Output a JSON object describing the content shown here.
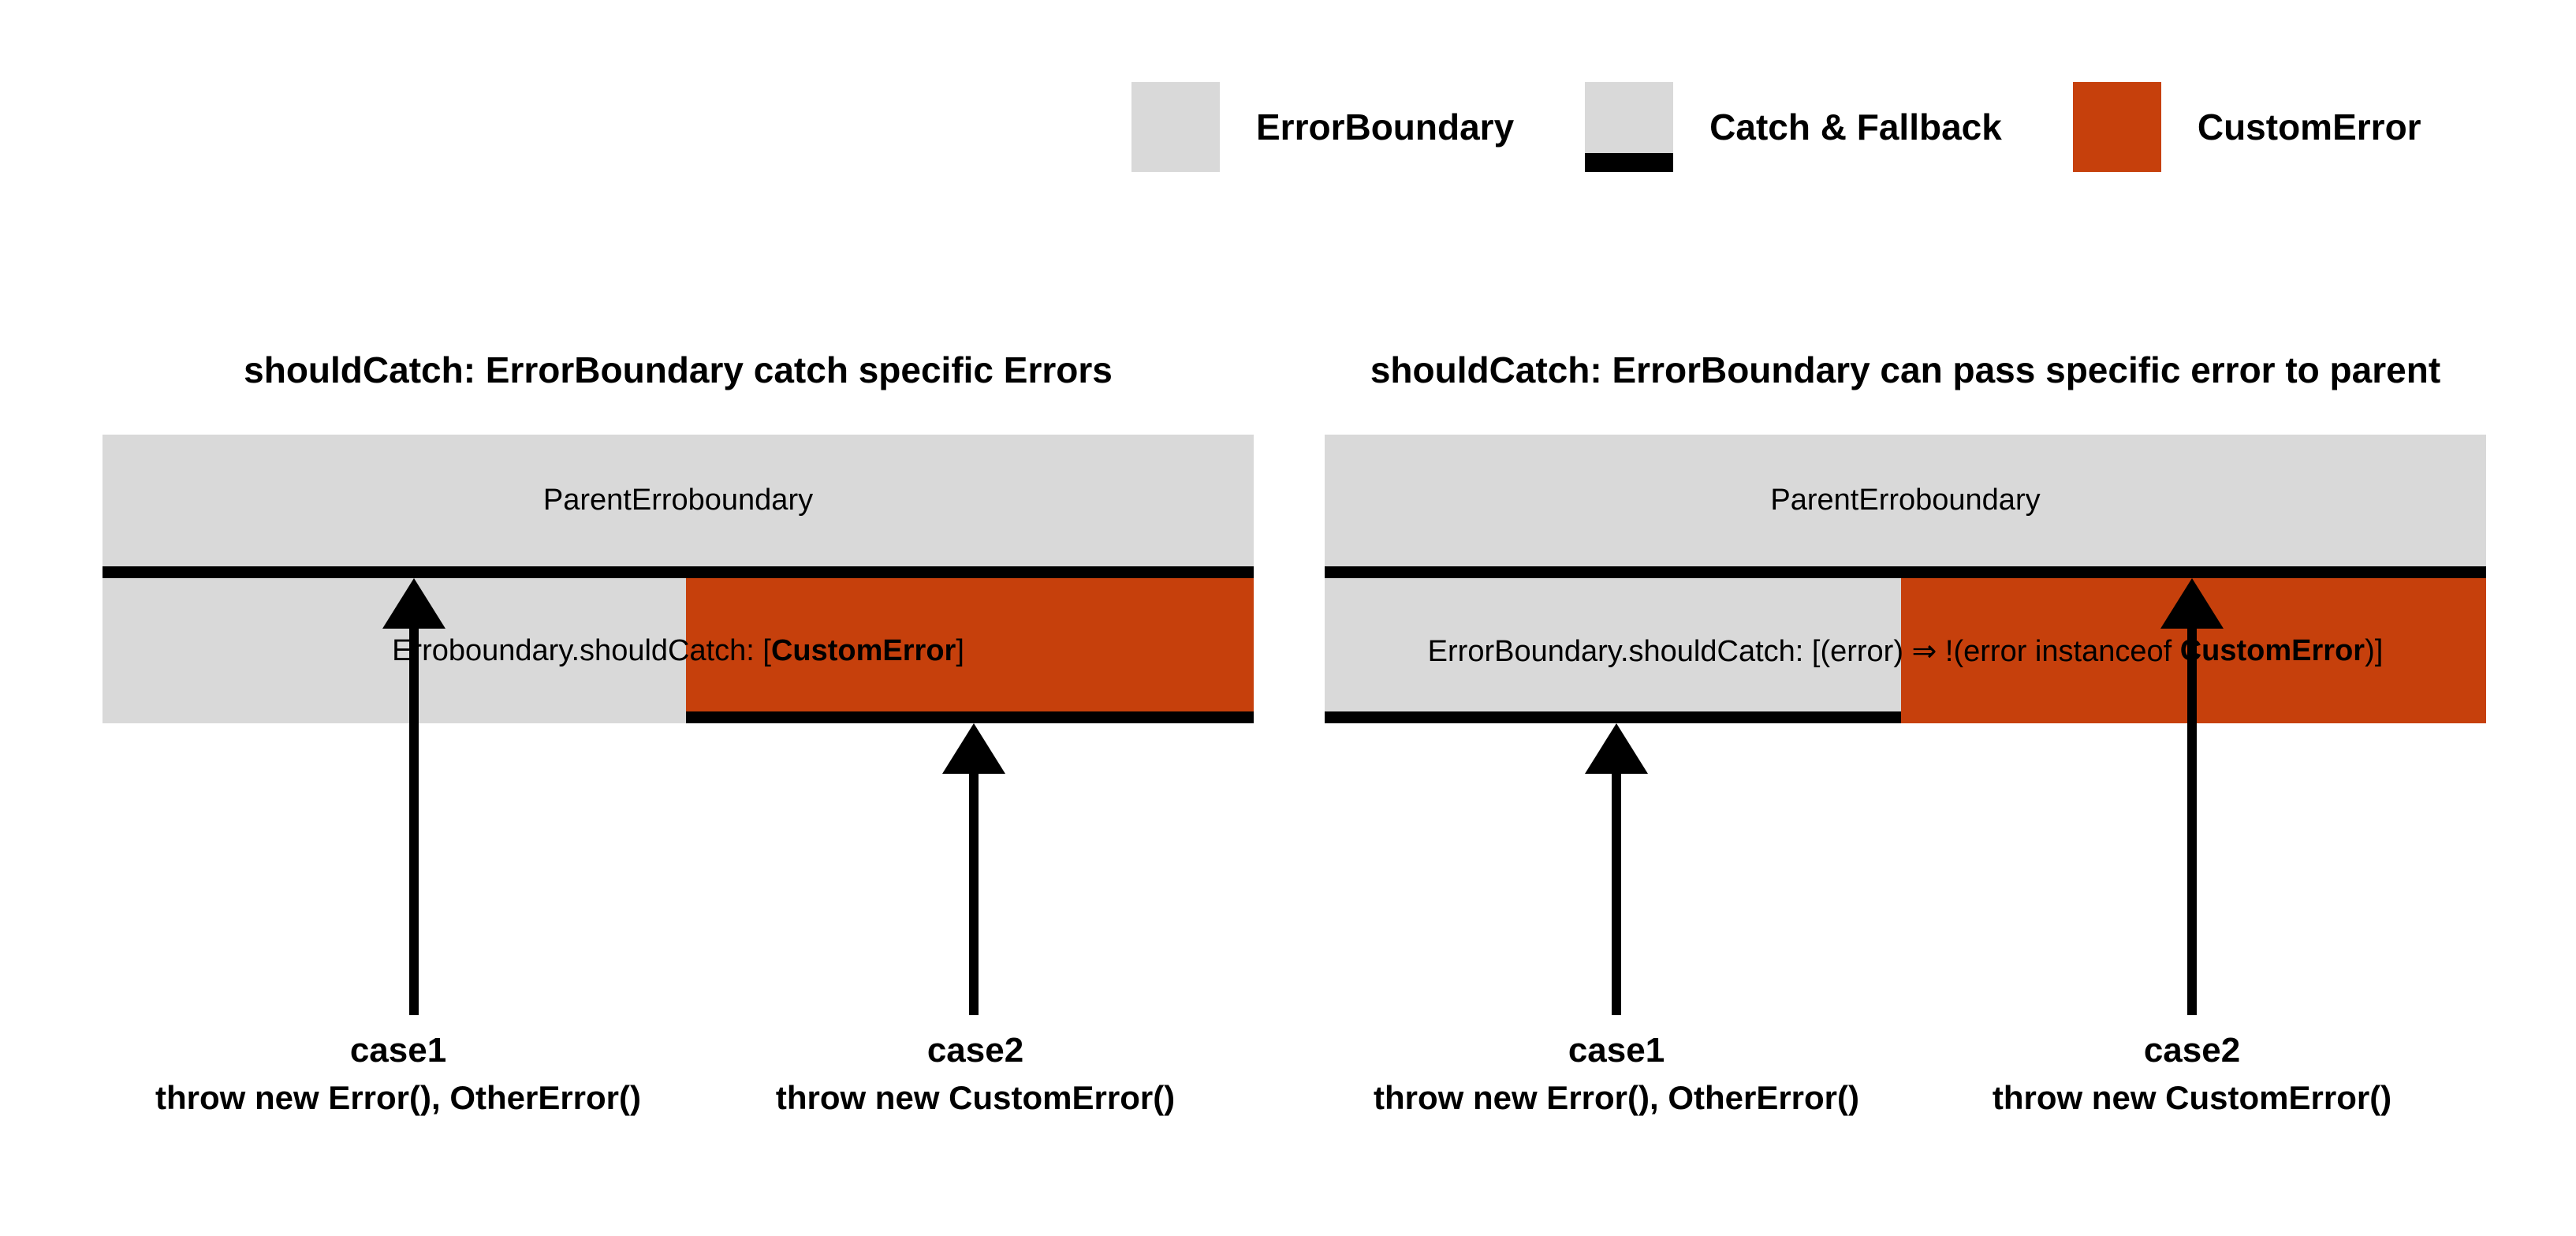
{
  "colors": {
    "background": "#ffffff",
    "gray": "#d9d9d9",
    "orange": "#c6400c",
    "black": "#000000"
  },
  "legend": {
    "items": [
      {
        "label": "ErrorBoundary",
        "swatch": "gray"
      },
      {
        "label": "Catch & Fallback",
        "swatch": "gray-black-bottom-stripe"
      },
      {
        "label": "CustomError",
        "swatch": "orange"
      }
    ]
  },
  "diagrams": [
    {
      "title": "shouldCatch: ErrorBoundary catch specific Errors",
      "parent_label": "ParentErroboundary",
      "child_label": {
        "prefix": "Erroboundary.shouldCatch: [",
        "bold": "CustomError",
        "suffix": "]"
      },
      "catch_section": "orange",
      "cases": [
        {
          "name": "case1",
          "code": "throw new Error(), OtherError()",
          "arrow_points_to": "parent-catch-line"
        },
        {
          "name": "case2",
          "code": "throw new CustomError()",
          "arrow_points_to": "child-orange-catch-line"
        }
      ]
    },
    {
      "title": "shouldCatch: ErrorBoundary can pass specific error to parent",
      "parent_label": "ParentErroboundary",
      "child_label": {
        "prefix": "ErrorBoundary.shouldCatch: [(error) ⇒ !(error instanceof ",
        "bold": "CustomError",
        "suffix": ")]"
      },
      "catch_section": "gray",
      "cases": [
        {
          "name": "case1",
          "code": "throw new Error(), OtherError()",
          "arrow_points_to": "child-gray-catch-line"
        },
        {
          "name": "case2",
          "code": "throw new CustomError()",
          "arrow_points_to": "parent-catch-line"
        }
      ]
    }
  ]
}
